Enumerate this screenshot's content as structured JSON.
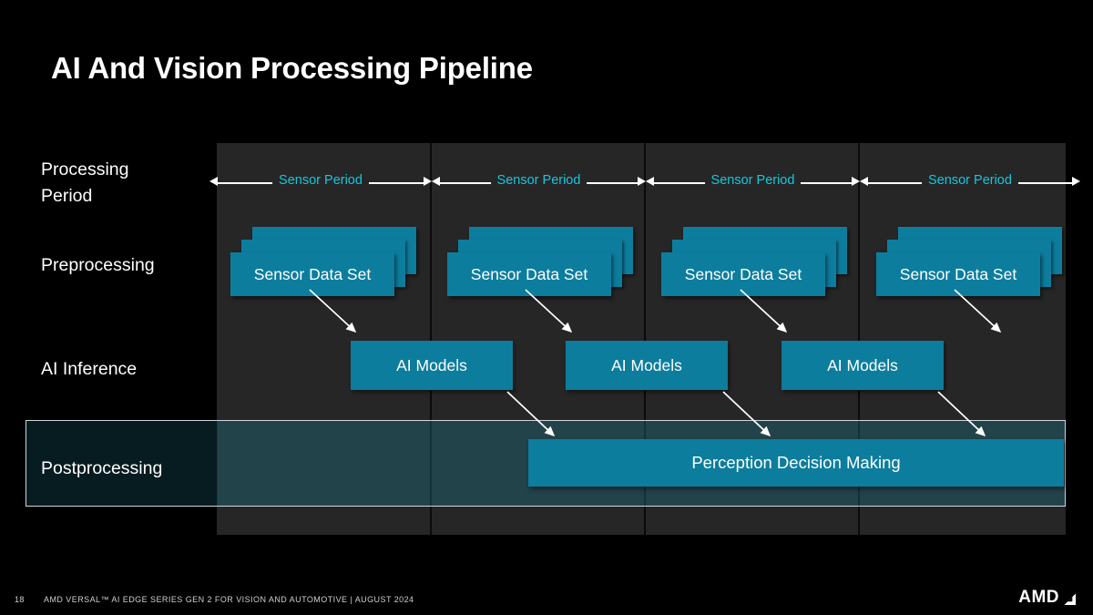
{
  "slide": {
    "title": "AI And Vision Processing Pipeline",
    "background_color": "#000000",
    "accent_teal": "#0d7d9e",
    "accent_cyan": "#14c8e0",
    "chart_background": "#262626"
  },
  "rows": [
    {
      "key": "processing_period",
      "label": "Processing\nPeriod"
    },
    {
      "key": "preprocessing",
      "label": "Preprocessing"
    },
    {
      "key": "ai_inference",
      "label": "AI Inference"
    },
    {
      "key": "postprocessing",
      "label": "Postprocessing"
    }
  ],
  "periods": [
    {
      "label": "Sensor Period"
    },
    {
      "label": "Sensor Period"
    },
    {
      "label": "Sensor Period"
    },
    {
      "label": "Sensor Period"
    }
  ],
  "sensor_data_sets": [
    {
      "label": "Sensor Data Set"
    },
    {
      "label": "Sensor Data Set"
    },
    {
      "label": "Sensor Data Set"
    },
    {
      "label": "Sensor Data Set"
    }
  ],
  "ai_models": [
    {
      "label": "AI Models"
    },
    {
      "label": "AI Models"
    },
    {
      "label": "AI Models"
    }
  ],
  "postprocessing_bar": {
    "label": "Perception Decision Making"
  },
  "footer": {
    "page_number": "18",
    "text": "AMD VERSAL™ AI EDGE SERIES GEN 2 FOR VISION AND AUTOMOTIVE  |  AUGUST 2024",
    "logo_text": "AMD"
  }
}
